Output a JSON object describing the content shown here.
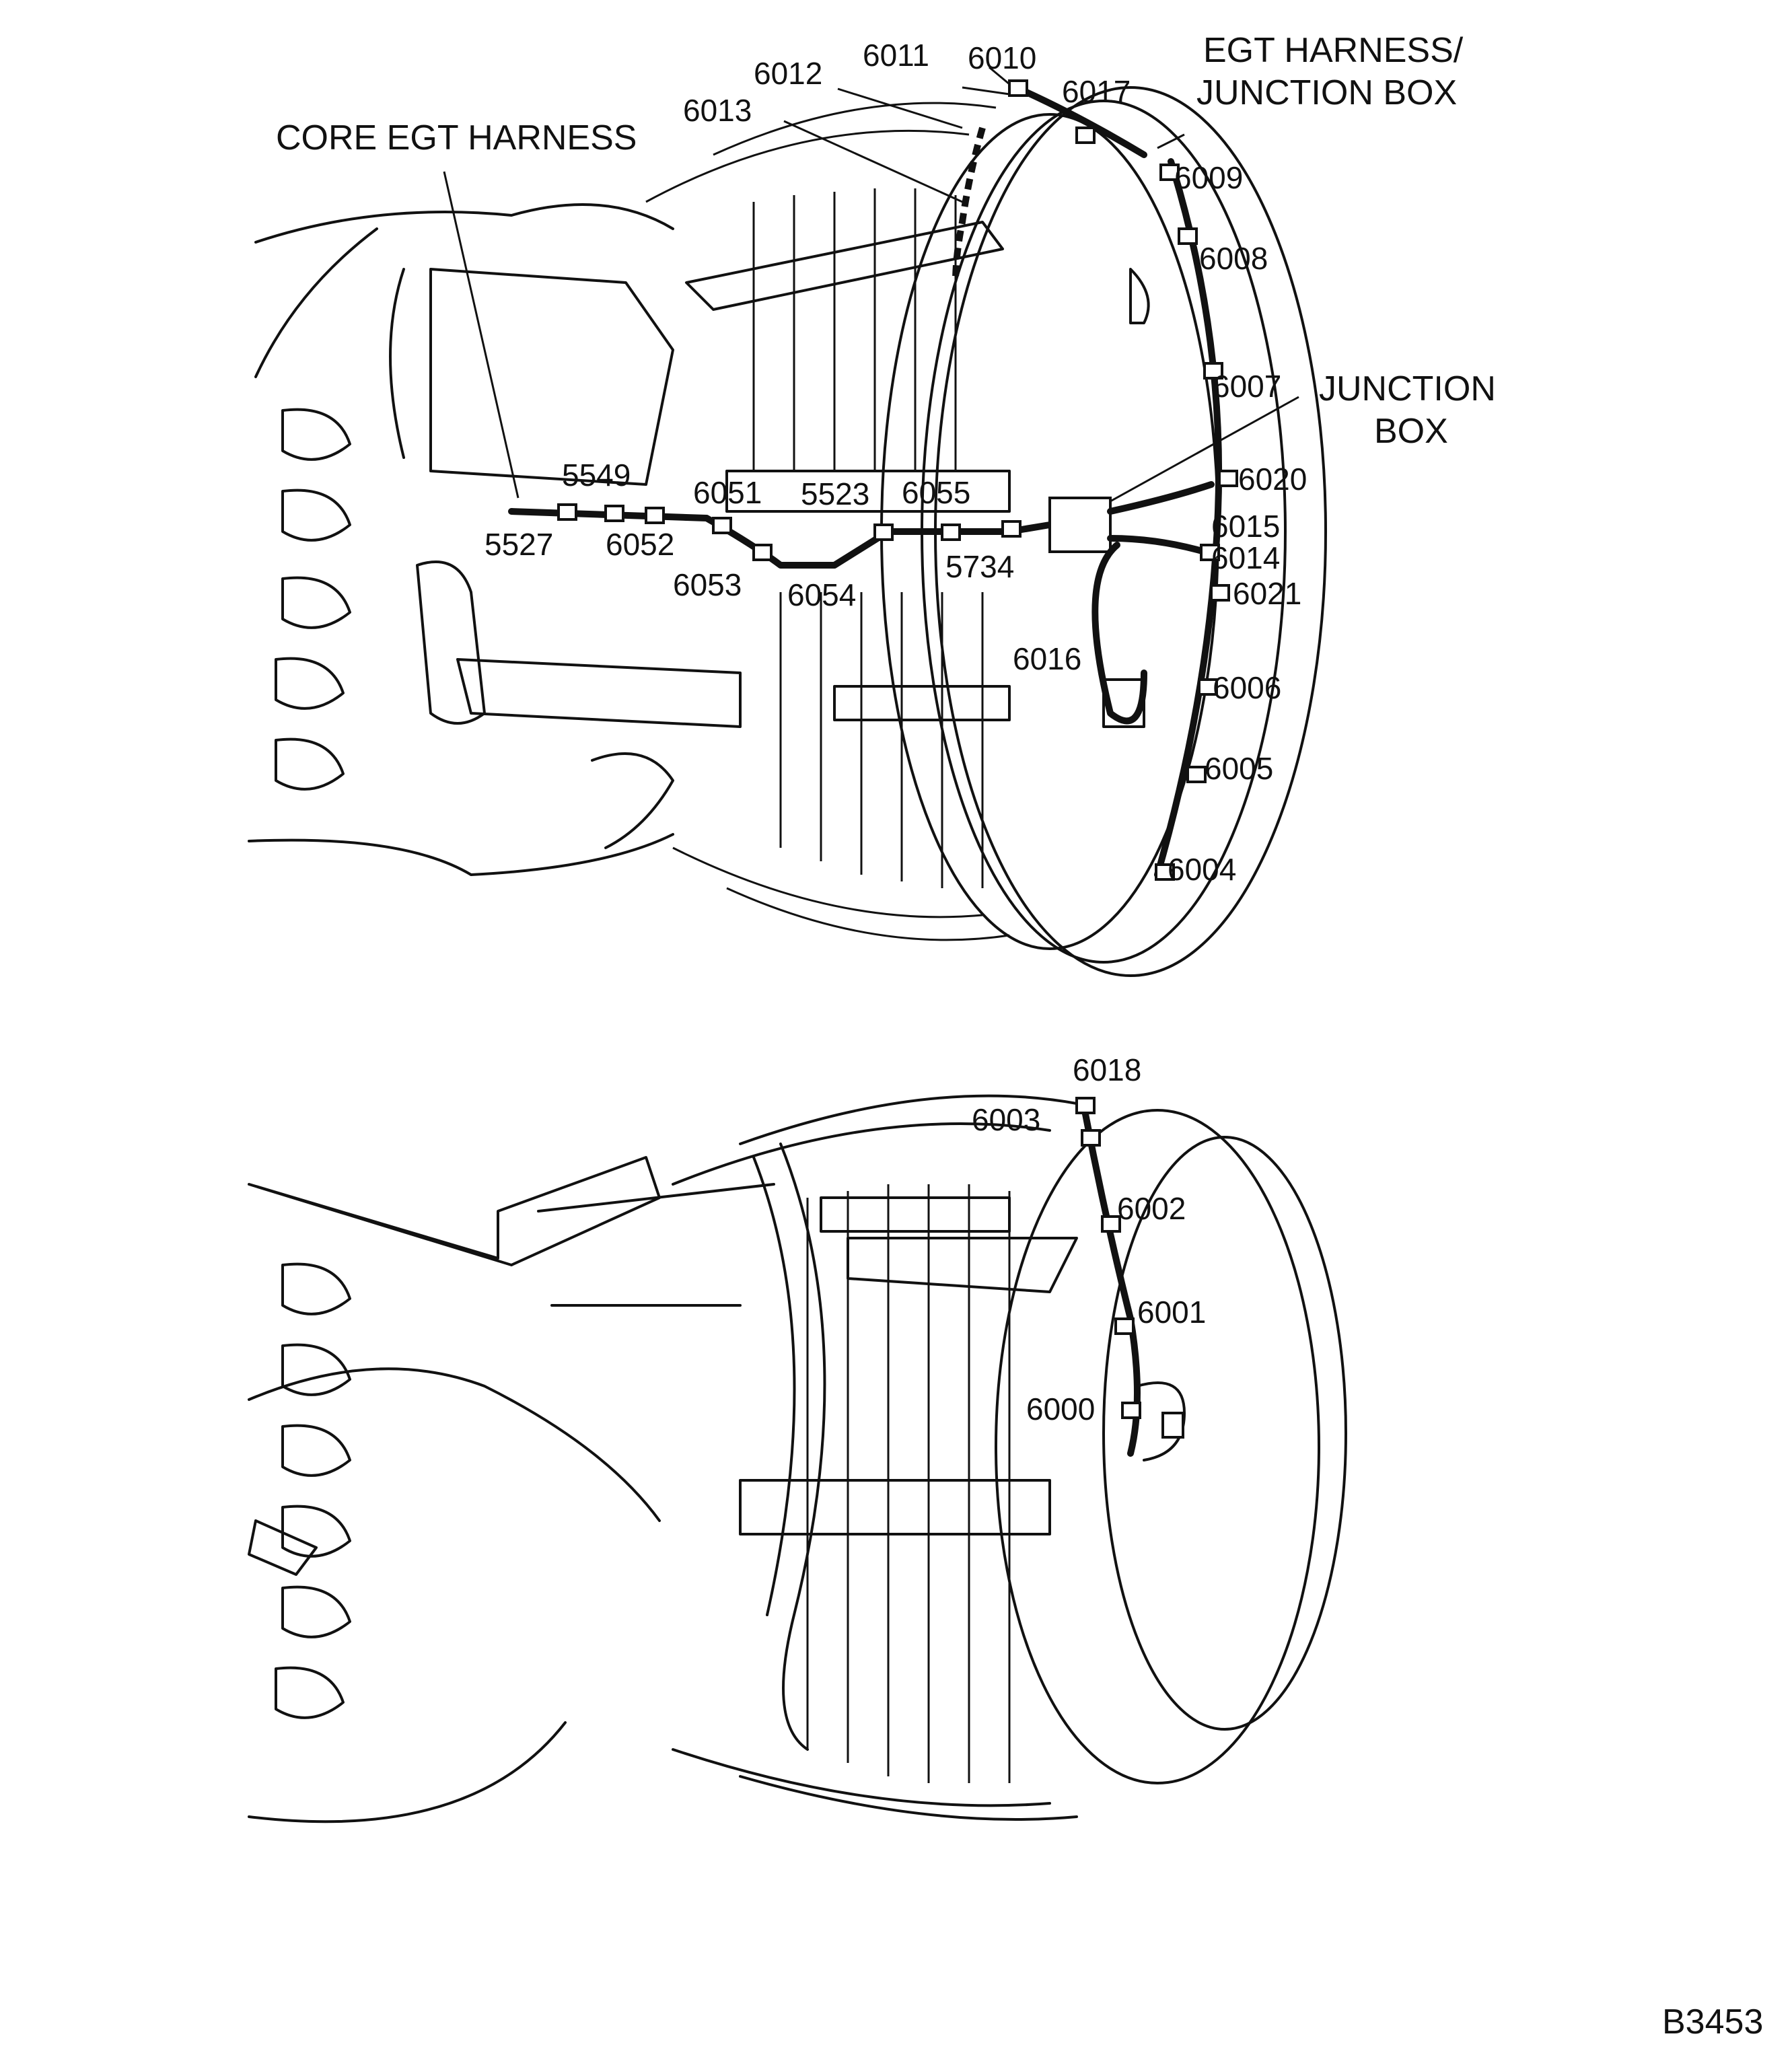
{
  "labels": {
    "core_egt_harness": "CORE EGT HARNESS",
    "egt_harness_jb_line1": "EGT HARNESS/",
    "egt_harness_jb_line2": "JUNCTION BOX",
    "junction_box_line1": "JUNCTION",
    "junction_box_line2": "BOX",
    "figure_id": "B3453"
  },
  "upper_view": {
    "clamps": [
      "6012",
      "6011",
      "6010",
      "6013",
      "6017",
      "6009",
      "6008",
      "6007",
      "6020",
      "6015",
      "6014",
      "6021",
      "6006",
      "6005",
      "6004",
      "6016",
      "5549",
      "6051",
      "5523",
      "6055",
      "5527",
      "6052",
      "6053",
      "6054",
      "5734"
    ]
  },
  "lower_view": {
    "clamps": [
      "6018",
      "6003",
      "6002",
      "6001",
      "6000"
    ]
  }
}
